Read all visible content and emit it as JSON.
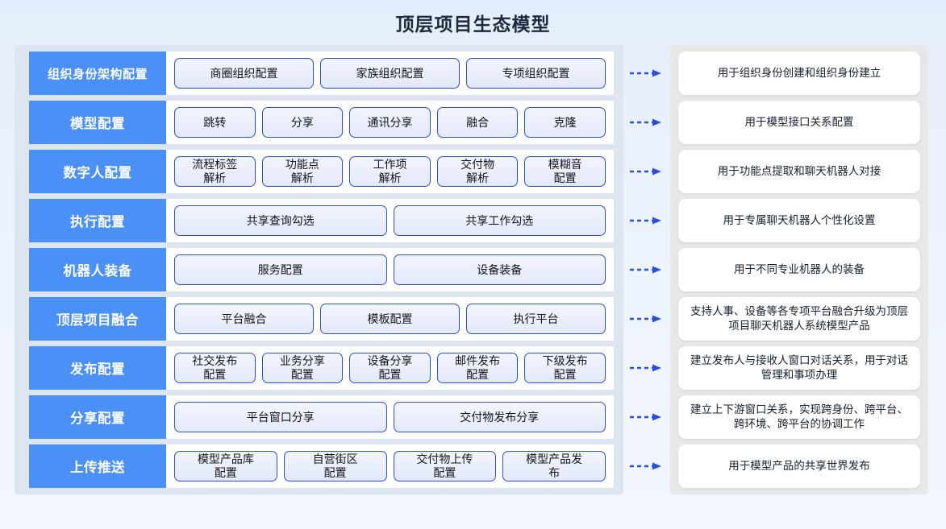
{
  "header": {
    "title": "顶层项目生态模型"
  },
  "colors": {
    "page_background": "#e9f0fc",
    "row_label_blue": "#4a90f7",
    "chip_border_blue": "#2a4fe0",
    "chip_fill": "#e9eefc",
    "left_container_grey": "#dde5f0",
    "right_container_grey": "#e8e8e8",
    "arrow_blue": "#2a4fe0",
    "title_text": "#1d2a3a"
  },
  "arrow_icon": "dashed-arrow-right-icon",
  "rows": [
    {
      "label": "组织身份架构配置",
      "items": [
        "商圈组织配置",
        "家族组织配置",
        "专项组织配置"
      ],
      "description": "用于组织身份创建和组织身份建立"
    },
    {
      "label": "模型配置",
      "items": [
        "跳转",
        "分享",
        "通讯分享",
        "融合",
        "克隆"
      ],
      "description": "用于模型接口关系配置"
    },
    {
      "label": "数字人配置",
      "items": [
        "流程标签\n解析",
        "功能点\n解析",
        "工作项\n解析",
        "交付物\n解析",
        "模糊音\n配置"
      ],
      "description": "用于功能点提取和聊天机器人对接"
    },
    {
      "label": "执行配置",
      "items": [
        "共享查询勾选",
        "共享工作勾选"
      ],
      "description": "用于专属聊天机器人个性化设置"
    },
    {
      "label": "机器人装备",
      "items": [
        "服务配置",
        "设备装备"
      ],
      "description": "用于不同专业机器人的装备"
    },
    {
      "label": "顶层项目融合",
      "items": [
        "平台融合",
        "模板配置",
        "执行平台"
      ],
      "description": "支持人事、设备等各专项平台融合升级为顶层项目聊天机器人系统模型产品"
    },
    {
      "label": "发布配置",
      "items": [
        "社交发布\n配置",
        "业务分享\n配置",
        "设备分享\n配置",
        "邮件发布\n配置",
        "下级发布\n配置"
      ],
      "description": "建立发布人与接收人窗口对话关系，用于对话管理和事项办理"
    },
    {
      "label": "分享配置",
      "items": [
        "平台窗口分享",
        "交付物发布分享"
      ],
      "description": "建立上下游窗口关系，实现跨身份、跨平台、跨环境、跨平台的协调工作"
    },
    {
      "label": "上传推送",
      "items": [
        "模型产品库\n配置",
        "自营街区\n配置",
        "交付物上传\n配置",
        "模型产品发\n布"
      ],
      "description": "用于模型产品的共享世界发布"
    }
  ]
}
